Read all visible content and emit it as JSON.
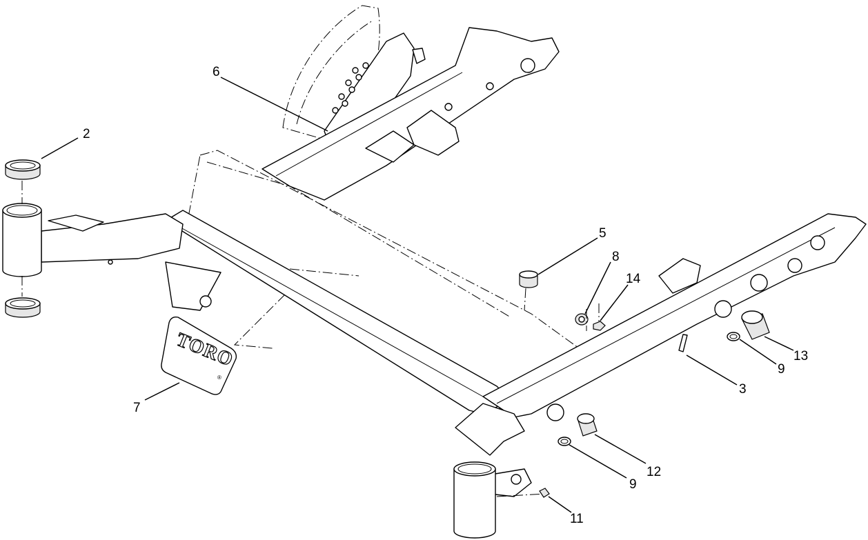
{
  "callouts": {
    "c2": "2",
    "c6": "6",
    "c5": "5",
    "c8": "8",
    "c14": "14",
    "c7": "7",
    "c13": "13",
    "c9a": "9",
    "c3": "3",
    "c12": "12",
    "c9b": "9",
    "c11": "11"
  },
  "decal": {
    "logo_text": "TORO",
    "registered_mark": "®"
  }
}
